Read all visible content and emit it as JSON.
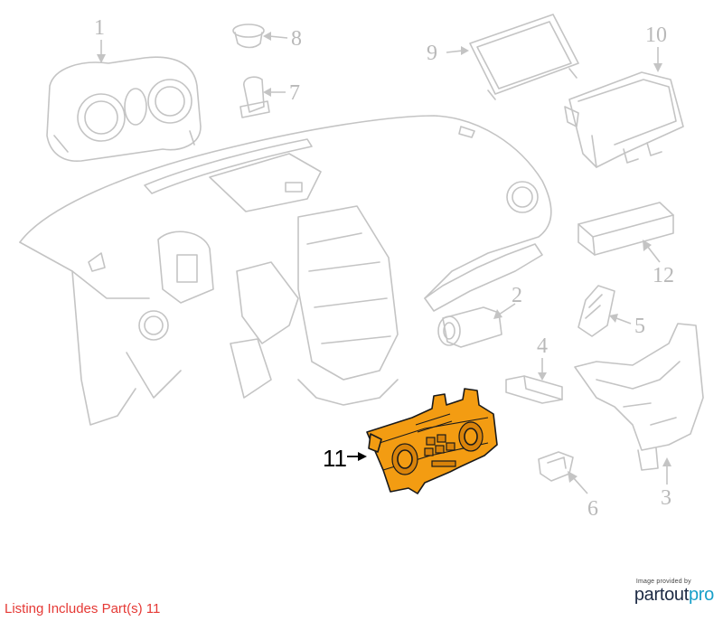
{
  "diagram": {
    "callouts": [
      {
        "id": "1",
        "label": "1"
      },
      {
        "id": "2",
        "label": "2"
      },
      {
        "id": "3",
        "label": "3"
      },
      {
        "id": "4",
        "label": "4"
      },
      {
        "id": "5",
        "label": "5"
      },
      {
        "id": "6",
        "label": "6"
      },
      {
        "id": "7",
        "label": "7"
      },
      {
        "id": "8",
        "label": "8"
      },
      {
        "id": "9",
        "label": "9"
      },
      {
        "id": "10",
        "label": "10"
      },
      {
        "id": "12",
        "label": "12"
      }
    ],
    "highlighted": {
      "label": "11",
      "color": "#f39c12"
    }
  },
  "footer": {
    "listing_text": "Listing Includes Part(s) 11",
    "listing_color": "#e53935"
  },
  "brand": {
    "caption": "Image provided by",
    "word_main": "partout",
    "word_accent": "pro",
    "accent_color": "#18a0c9"
  }
}
